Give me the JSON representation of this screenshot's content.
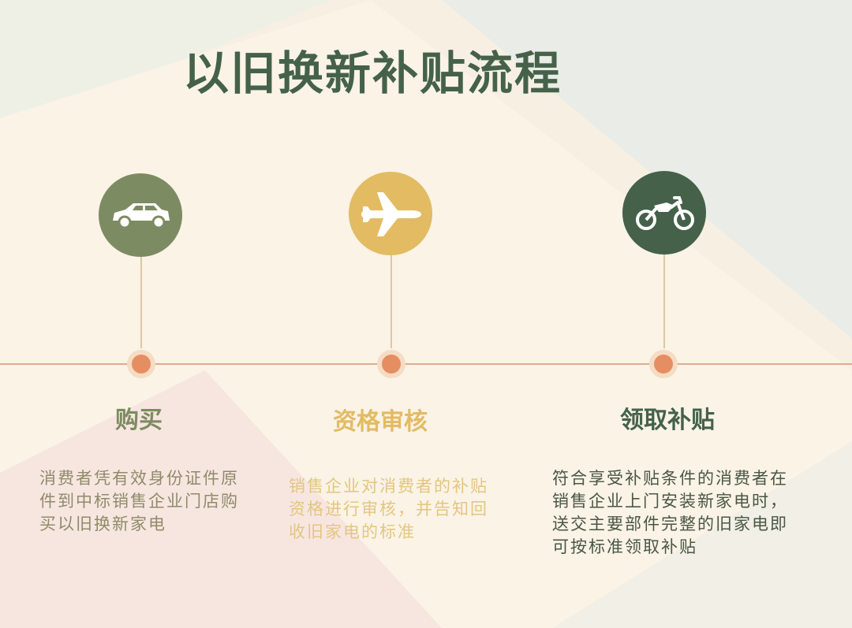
{
  "title": "以旧换新补贴流程",
  "steps": [
    {
      "icon": "car-icon",
      "color": "#7d8b62",
      "title": "购买",
      "description": "消费者凭有效身份证件原件到中标销售企业门店购买以旧换新家电"
    },
    {
      "icon": "airplane-icon",
      "color": "#e2bb63",
      "title": "资格审核",
      "description": "销售企业对消费者的补贴资格进行审核，并告知回收旧家电的标准"
    },
    {
      "icon": "motorcycle-icon",
      "color": "#45614a",
      "title": "领取补贴",
      "description": "符合享受补贴条件的消费者在销售企业上门安装新家电时，送交主要部件完整的旧家电即可按标准领取补贴"
    }
  ]
}
